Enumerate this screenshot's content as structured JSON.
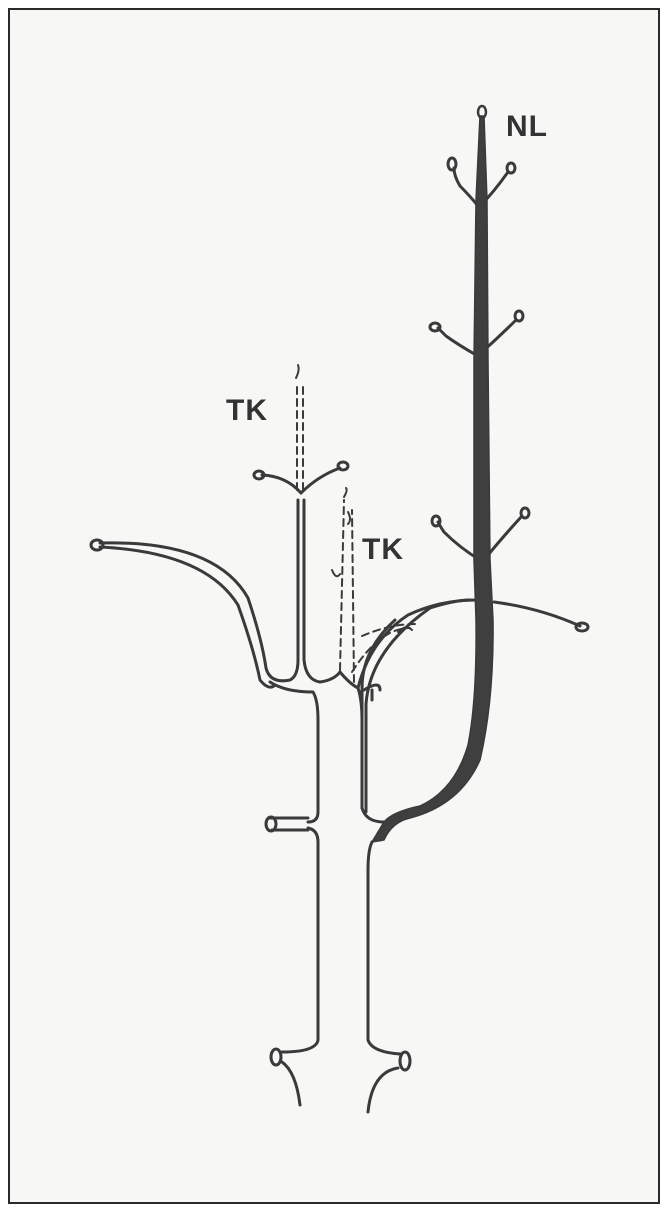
{
  "labels": {
    "leader": "NL",
    "topped_branch_upper": "TK",
    "topped_branch_lower": "TK"
  },
  "colors": {
    "ink": "#3a3a3a",
    "leader_fill": "#3f3f3f",
    "background": "#f7f7f5",
    "border": "#2a2a2a"
  }
}
